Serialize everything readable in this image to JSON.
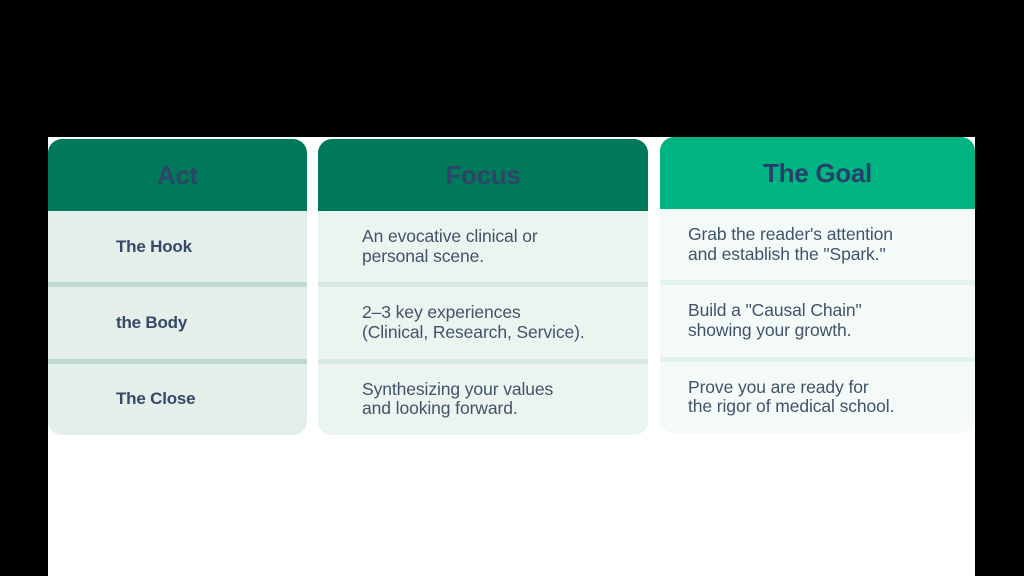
{
  "theme": {
    "letterbox_color": "#000000",
    "page_background": "#ffffff",
    "header_green_dark": "#00795a",
    "header_green_bright": "#00b481",
    "body_tint_col1": "#e5efea",
    "body_tint_col2": "#ecf4f0",
    "body_tint_col3": "#f3faf7",
    "divider_col1": "#bfdbd0",
    "divider_col2": "#d8e9e1",
    "divider_col3": "#e2f3ec",
    "heading_text_color": "#35486a",
    "body_text_color": "#41536b"
  },
  "table": {
    "columns": [
      {
        "key": "act",
        "header": "Act"
      },
      {
        "key": "focus",
        "header": "Focus"
      },
      {
        "key": "goal",
        "header": "The Goal"
      }
    ],
    "rows": [
      {
        "act": "The Hook",
        "focus_line1": "An evocative clinical or",
        "focus_line2": "personal scene.",
        "goal_line1": "Grab the reader's attention",
        "goal_line2": "and establish the \"Spark.\""
      },
      {
        "act": "the Body",
        "focus_line1": "2–3 key experiences",
        "focus_line2": "(Clinical, Research, Service).",
        "goal_line1": "Build a \"Causal Chain\"",
        "goal_line2": "showing your growth."
      },
      {
        "act": "The Close",
        "focus_line1": "Synthesizing your values",
        "focus_line2": "and looking forward.",
        "goal_line1": "Prove you are ready for",
        "goal_line2": "the rigor of medical school."
      }
    ]
  }
}
